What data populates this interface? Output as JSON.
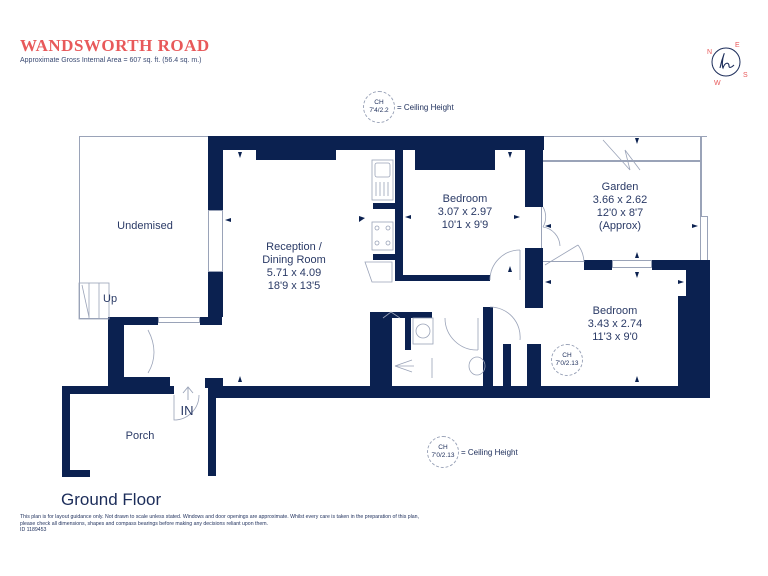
{
  "header": {
    "title": "WANDSWORTH ROAD",
    "subtitle": "Approximate Gross Internal Area = 607 sq. ft. (56.4 sq. m.)"
  },
  "compass": {
    "north": "N",
    "east": "E",
    "south": "S",
    "west": "W",
    "logo_icon": "h-monogram-icon",
    "accent_color": "#e8595a",
    "ring_color": "#1c2d5a"
  },
  "legends": [
    {
      "ch": "CH",
      "value": "7'4/2.2",
      "text": "= Ceiling Height"
    },
    {
      "ch": "CH",
      "value": "7'0/2.13",
      "text": "= Ceiling Height"
    }
  ],
  "rooms": {
    "undemised": {
      "name": "Undemised",
      "stairs_label": "Up"
    },
    "reception": {
      "name1": "Reception /",
      "name2": "Dining Room",
      "metric": "5.71 x 4.09",
      "imperial": "18'9 x 13'5"
    },
    "bedroom1": {
      "name": "Bedroom",
      "metric": "3.07 x 2.97",
      "imperial": "10'1 x 9'9"
    },
    "garden": {
      "name": "Garden",
      "metric": "3.66 x 2.62",
      "imperial": "12'0 x 8'7",
      "note": "(Approx)"
    },
    "bedroom2": {
      "name": "Bedroom",
      "metric": "3.43 x 2.74",
      "imperial": "11'3 x 9'0",
      "ch": "CH",
      "ch_value": "7'0/2.13"
    },
    "porch": {
      "name": "Porch",
      "entry": "IN"
    }
  },
  "footer": {
    "floor": "Ground Floor",
    "disclaimer": "This plan is for layout guidance only. Not drawn to scale unless stated. Windows and door openings are approximate. Whilst every care is taken in the preparation of this plan, please check all dimensions, shapes and compass bearings before making any decisions reliant upon them.",
    "id": "ID 1189453"
  },
  "colors": {
    "wall": "#0b2150",
    "title": "#e8595a",
    "text": "#1c2d5a",
    "fixture_line": "#9aa3b8"
  }
}
